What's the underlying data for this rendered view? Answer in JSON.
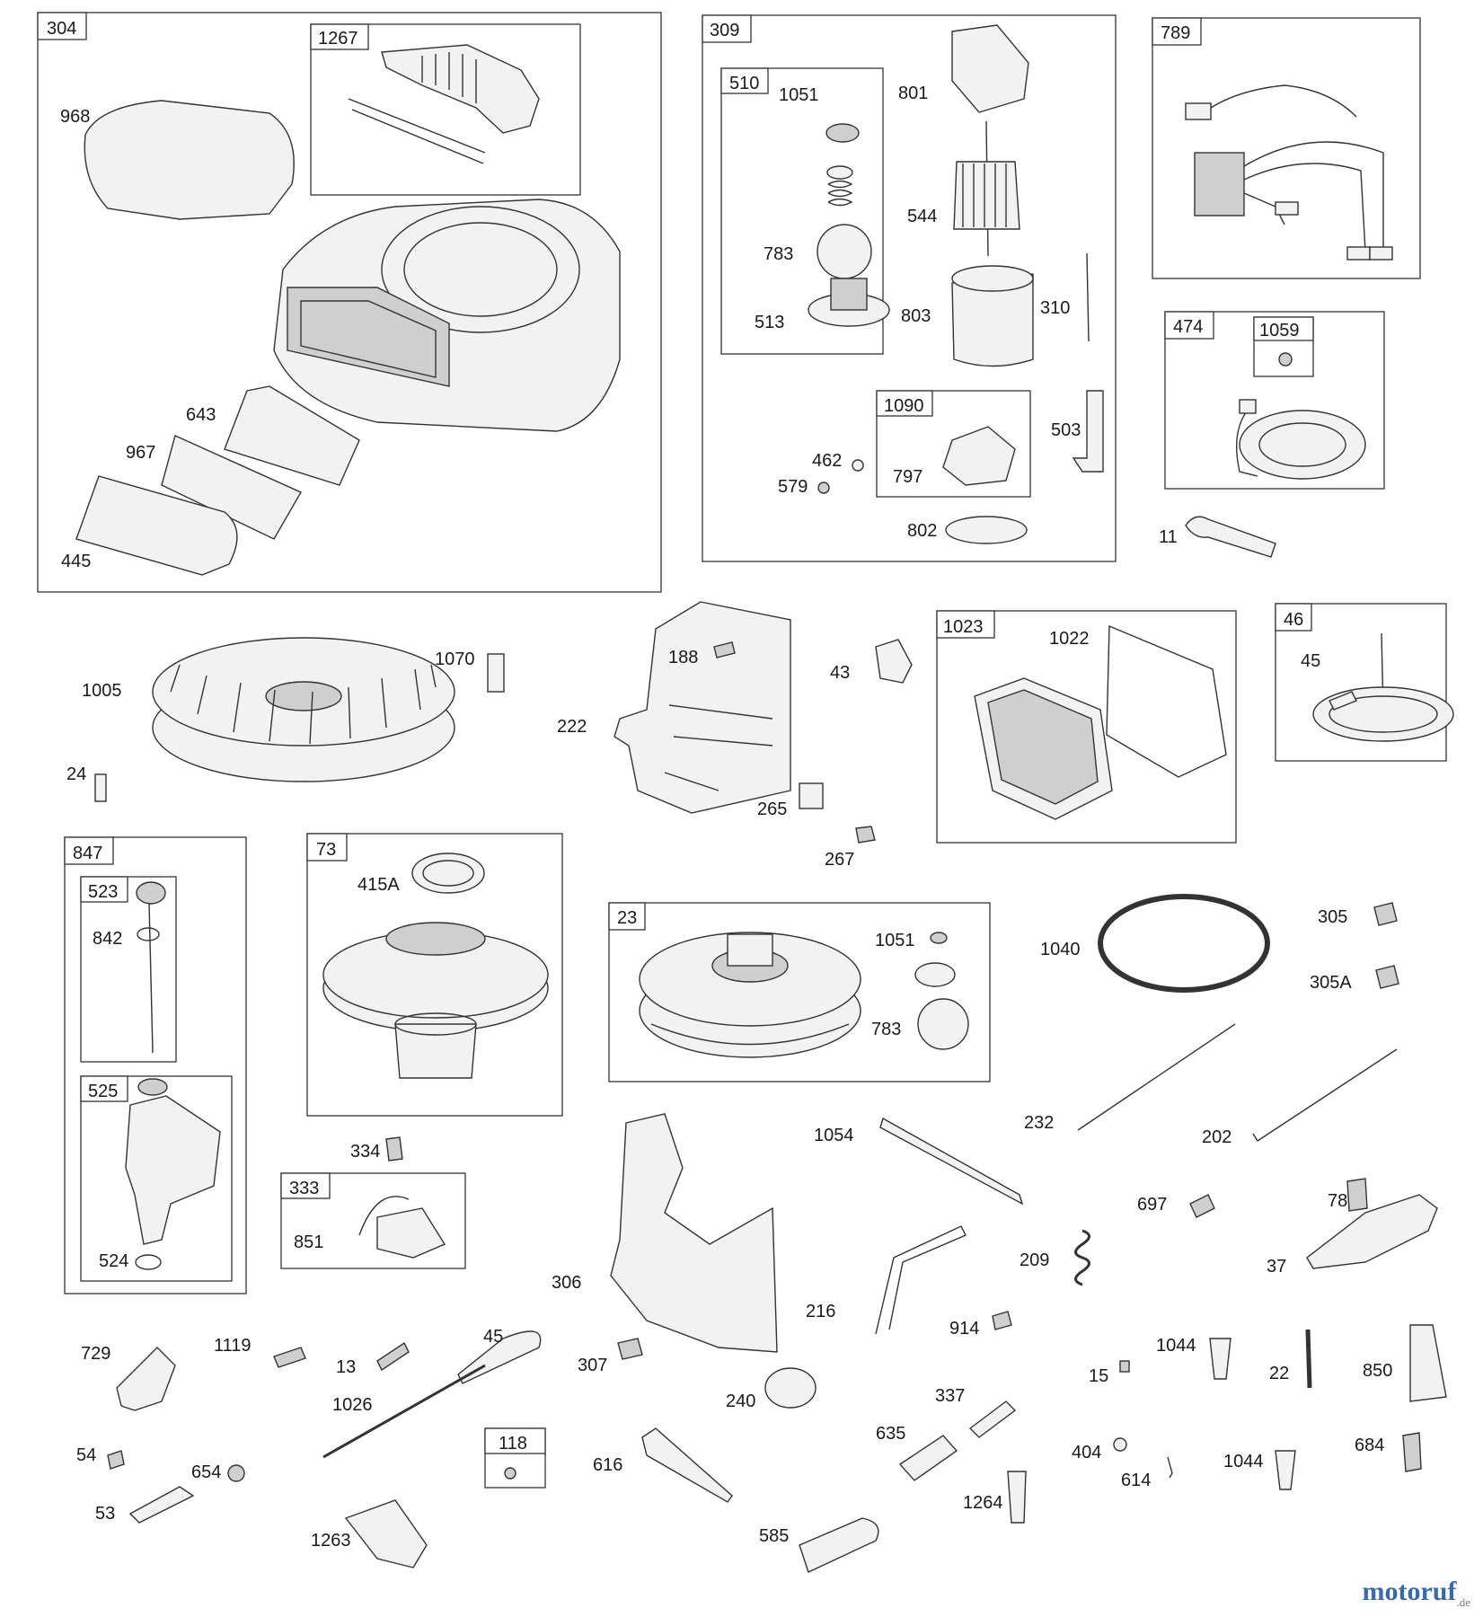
{
  "boxes": [
    {
      "id": "304",
      "label": "304"
    },
    {
      "id": "1267",
      "label": "1267"
    },
    {
      "id": "309",
      "label": "309"
    },
    {
      "id": "510",
      "label": "510"
    },
    {
      "id": "1090",
      "label": "1090"
    },
    {
      "id": "789",
      "label": "789"
    },
    {
      "id": "474",
      "label": "474"
    },
    {
      "id": "1059",
      "label": "1059"
    },
    {
      "id": "1023",
      "label": "1023"
    },
    {
      "id": "46",
      "label": "46"
    },
    {
      "id": "847",
      "label": "847"
    },
    {
      "id": "523",
      "label": "523"
    },
    {
      "id": "525",
      "label": "525"
    },
    {
      "id": "73",
      "label": "73"
    },
    {
      "id": "23",
      "label": "23"
    },
    {
      "id": "333",
      "label": "333"
    },
    {
      "id": "118",
      "label": "118"
    }
  ],
  "labels": [
    "968",
    "643",
    "967",
    "445",
    "1051",
    "801",
    "544",
    "783",
    "513",
    "803",
    "310",
    "462",
    "579",
    "797",
    "802",
    "503",
    "11",
    "1005",
    "1070",
    "24",
    "188",
    "222",
    "43",
    "265",
    "267",
    "1022",
    "45",
    "842",
    "524",
    "415A",
    "1051",
    "783",
    "1040",
    "305",
    "305A",
    "232",
    "202",
    "1054",
    "334",
    "851",
    "306",
    "697",
    "78",
    "37",
    "209",
    "216",
    "914",
    "729",
    "1119",
    "13",
    "45",
    "1026",
    "307",
    "240",
    "337",
    "635",
    "15",
    "1044",
    "22",
    "850",
    "54",
    "654",
    "53",
    "616",
    "404",
    "614",
    "1044",
    "684",
    "1264",
    "585",
    "1263"
  ],
  "watermark": {
    "brand": "motoruf",
    "tld": ".de"
  }
}
